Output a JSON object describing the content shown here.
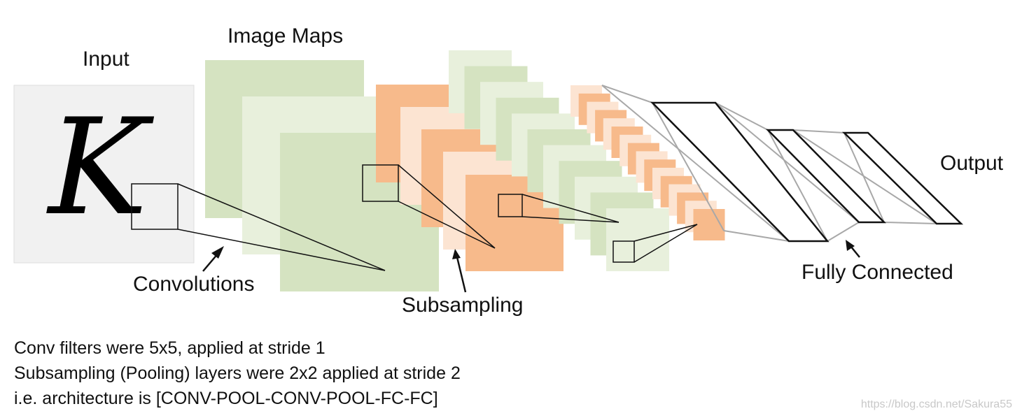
{
  "labels": {
    "input": "Input",
    "image_maps": "Image Maps",
    "output": "Output",
    "convolutions": "Convolutions",
    "subsampling": "Subsampling",
    "fully_connected": "Fully Connected"
  },
  "input_glyph": "K",
  "captions": [
    "Conv filters were 5x5, applied at stride 1",
    "Subsampling (Pooling) layers were 2x2 applied at stride 2",
    "i.e. architecture is [CONV-POOL-CONV-POOL-FC-FC]"
  ],
  "watermark": "https://blog.csdn.net/Sakura55",
  "colors": {
    "input_bg": "#f1f1f1",
    "map_green": "#d5e3c1",
    "map_green_light": "#e8f0dc",
    "map_orange": "#f7ba8b",
    "map_orange_light": "#fce4d2",
    "line": "#111111",
    "fc_line": "#a8a8a8"
  }
}
